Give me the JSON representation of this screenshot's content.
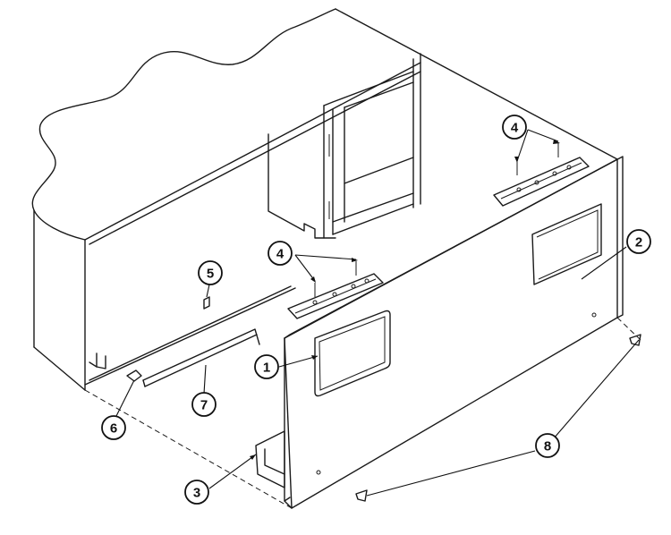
{
  "diagram": {
    "callouts": [
      {
        "id": "c1",
        "label": "1"
      },
      {
        "id": "c2",
        "label": "2"
      },
      {
        "id": "c3",
        "label": "3"
      },
      {
        "id": "c4a",
        "label": "4"
      },
      {
        "id": "c4b",
        "label": "4"
      },
      {
        "id": "c5",
        "label": "5"
      },
      {
        "id": "c6",
        "label": "6"
      },
      {
        "id": "c7",
        "label": "7"
      },
      {
        "id": "c8",
        "label": "8"
      }
    ]
  }
}
